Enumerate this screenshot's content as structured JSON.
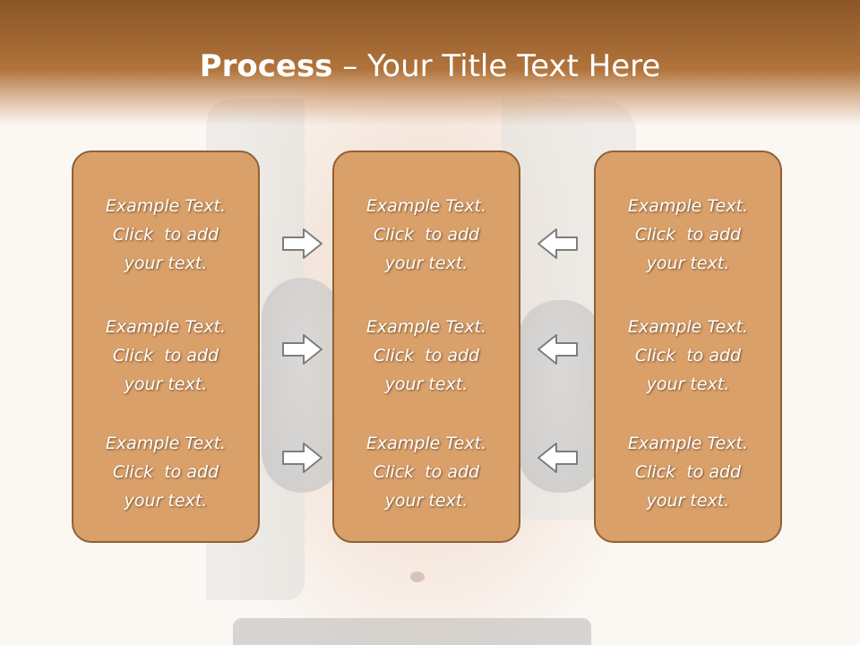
{
  "slide": {
    "title_bold": "Process",
    "title_rest": " – Your Title Text Here"
  },
  "columns": [
    {
      "blocks": [
        {
          "line1": "Example Text.",
          "line2": "Click  to add",
          "line3": "your text."
        },
        {
          "line1": "Example Text.",
          "line2": "Click  to add",
          "line3": "your text."
        },
        {
          "line1": "Example Text.",
          "line2": "Click  to add",
          "line3": "your text."
        }
      ]
    },
    {
      "blocks": [
        {
          "line1": "Example Text.",
          "line2": "Click  to add",
          "line3": "your text."
        },
        {
          "line1": "Example Text.",
          "line2": "Click  to add",
          "line3": "your text."
        },
        {
          "line1": "Example Text.",
          "line2": "Click  to add",
          "line3": "your text."
        }
      ]
    },
    {
      "blocks": [
        {
          "line1": "Example Text.",
          "line2": "Click  to add",
          "line3": "your text."
        },
        {
          "line1": "Example Text.",
          "line2": "Click  to add",
          "line3": "your text."
        },
        {
          "line1": "Example Text.",
          "line2": "Click  to add",
          "line3": "your text."
        }
      ]
    }
  ],
  "arrows": {
    "left_group": "right-arrow-icon",
    "right_group": "left-arrow-icon"
  },
  "colors": {
    "header": "#8a5526",
    "panel_fill": "#d9a06a",
    "panel_border": "#8f6134",
    "text": "#ffffff"
  }
}
